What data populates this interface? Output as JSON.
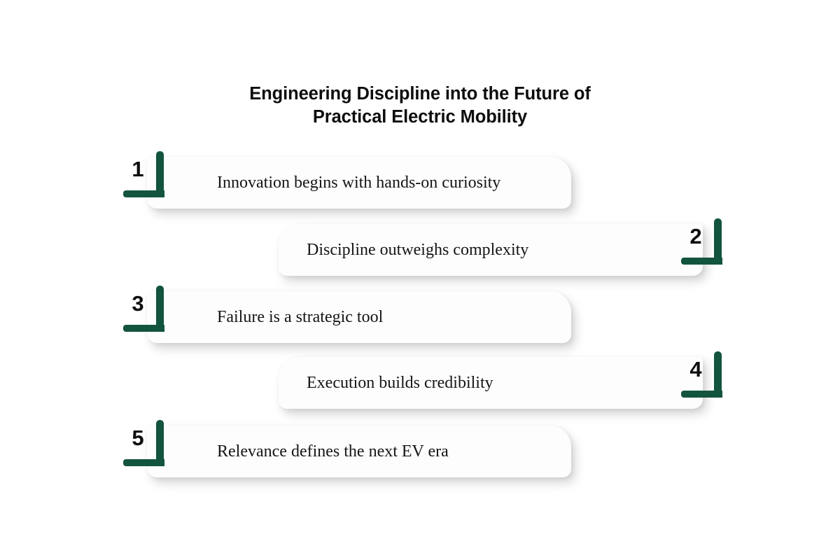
{
  "slide": {
    "background_color": "#ffffff",
    "accent_color": "#12543e",
    "text_color": "#151515",
    "title_color": "#0d0d0d",
    "card_color": "#fdfdfd"
  },
  "title": "Engineering Discipline into the Future of\nPractical Electric Mobility",
  "items": [
    {
      "number": "1",
      "text": "Innovation begins with hands-on curiosity",
      "align": "left"
    },
    {
      "number": "2",
      "text": "Discipline outweighs complexity",
      "align": "right"
    },
    {
      "number": "3",
      "text": "Failure is a strategic tool",
      "align": "left"
    },
    {
      "number": "4",
      "text": "Execution builds credibility",
      "align": "right"
    },
    {
      "number": "5",
      "text": "Relevance defines the next EV era",
      "align": "left"
    }
  ]
}
